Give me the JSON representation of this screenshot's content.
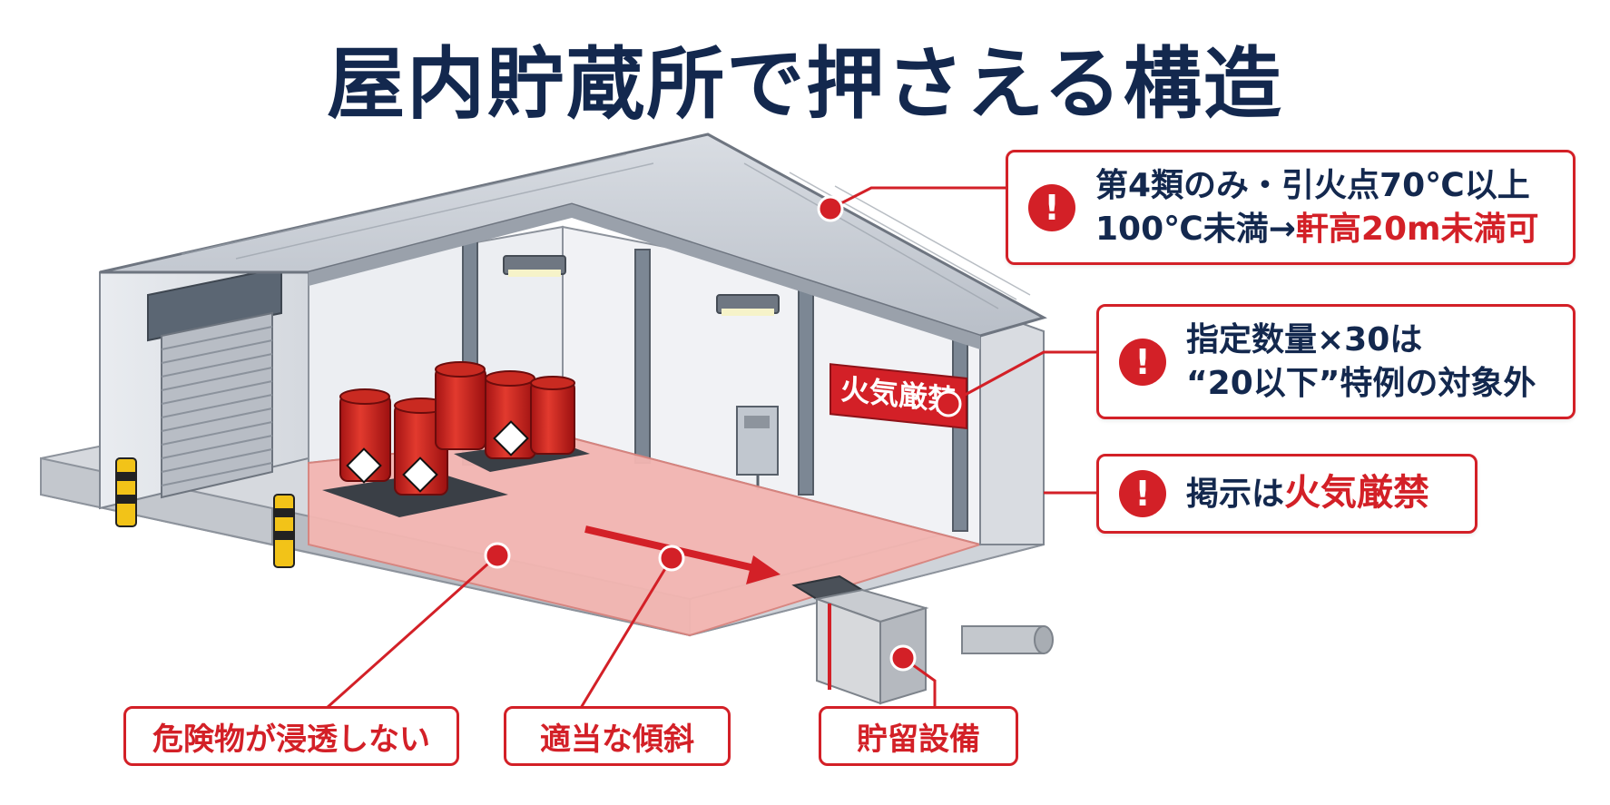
{
  "title": "屋内貯蔵所で押さえる構造",
  "sign_text": "火気厳禁",
  "callouts": {
    "eaves": {
      "line1": "第4類のみ・引火点70℃以上",
      "line2_prefix": "100℃未満→",
      "line2_highlight": "軒高20m未満可"
    },
    "quantity": {
      "line1": "指定数量×30は",
      "line2": "“20以下”特例の対象外"
    },
    "sign": {
      "prefix": "掲示は",
      "highlight": "火気厳禁"
    }
  },
  "labels": {
    "floor": "危険物が浸透しない",
    "slope": "適当な傾斜",
    "pit": "貯留設備"
  },
  "colors": {
    "accent_red": "#d32027",
    "navy": "#13284e",
    "floor_red": "#f4b6b2"
  },
  "icons": {
    "alert": "!"
  }
}
